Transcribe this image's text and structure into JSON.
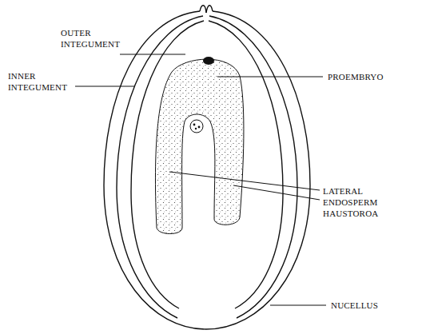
{
  "diagram": {
    "labels": [
      "OUTER INTEGUMENT",
      "INNER INTEGUMENT",
      "PROEMBRYO",
      "LATERAL ENDOSPERM HAUSTOROA",
      "NUCELLUS"
    ]
  }
}
